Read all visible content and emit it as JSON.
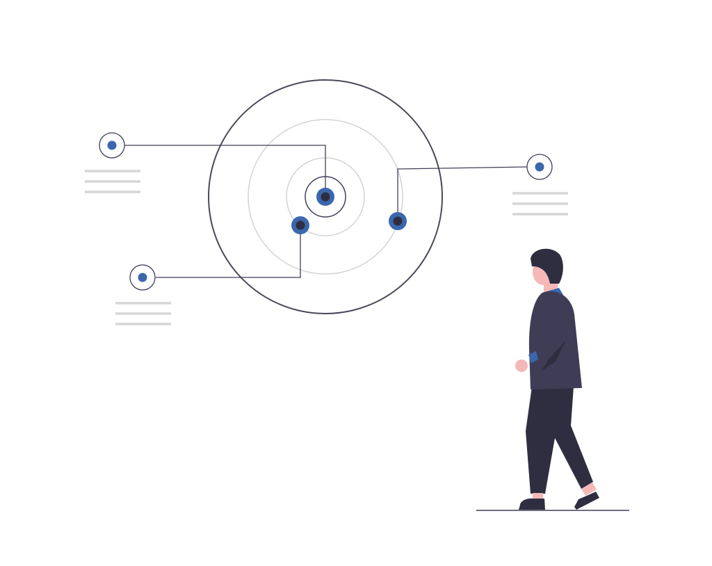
{
  "illustration": {
    "colors": {
      "accent": "#3b67ad",
      "dark": "#2f2e41",
      "outline": "#4a4857",
      "connector": "#3f3d56",
      "ring_light": "#d3d3d3",
      "placeholder_line": "#d6d6d6",
      "skin": "#f4b8b8",
      "background": "#ffffff"
    },
    "callout_nodes": [
      {
        "name": "callout-node-top-left",
        "icon": "target-icon",
        "placeholder_lines": 3
      },
      {
        "name": "callout-node-bottom-left",
        "icon": "target-icon",
        "placeholder_lines": 3
      },
      {
        "name": "callout-node-right",
        "icon": "target-icon",
        "placeholder_lines": 3
      }
    ],
    "radar_rings": 4,
    "radar_points": 3,
    "figure": "person-standing"
  }
}
